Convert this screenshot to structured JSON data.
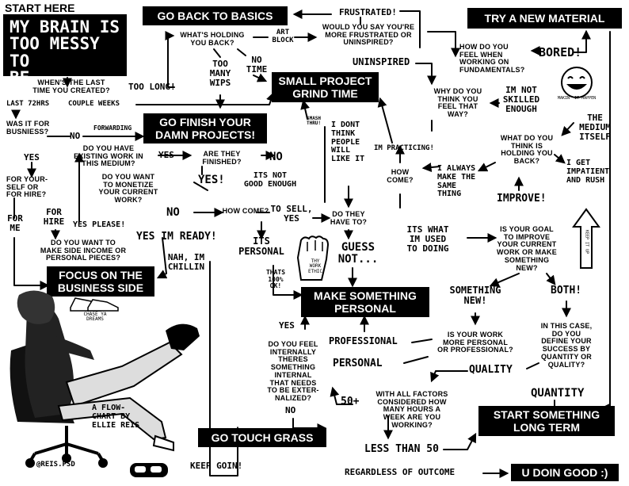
{
  "header": {
    "start_label": "START HERE",
    "title": "MY BRAIN IS\nTOO MESSY TO\nBE CREATIVE!"
  },
  "boxes": {
    "back_to_basics": "GO BACK TO BASICS",
    "try_new_material": "TRY A NEW MATERIAL",
    "small_project": "SMALL PROJECT\nGRIND TIME",
    "finish_projects": "GO FINISH YOUR\nDAMN PROJECTS!",
    "business_side": "FOCUS ON THE\nBUSINESS SIDE",
    "make_personal": "MAKE SOMETHING\nPERSONAL",
    "touch_grass": "GO TOUCH GRASS",
    "long_term": "START SOMETHING\nLONG TERM",
    "doin_good": "U DOIN GOOD :)"
  },
  "questions": {
    "last_time": "WHEN'S THE LAST\nTIME YOU CREATED?",
    "holding_back": "WHAT'S HOLDING\nYOU BACK?",
    "frustrated_or": "WOULD YOU SAY YOU'RE\nMORE FRUSTRATED OR\nUNINSPIRED?",
    "fundamentals": "HOW DO YOU\nFEEL WHEN\nWORKING ON\nFUNDAMENTALS?",
    "why_feel": "WHY DO YOU\nTHINK YOU\nFEEL THAT\nWAY?",
    "business": "WAS IT FOR\nBUSNIESS?",
    "existing_work": "DO YOU HAVE\nEXISTING WORK IN\nTHIS MEDIUM?",
    "finished": "ARE THEY\nFINISHED?",
    "self_or_hire": "FOR YOUR-\nSELF OR\nFOR HIRE?",
    "monetize": "DO YOU WANT\nTO MONETIZE\nYOUR CURRENT\nWORK?",
    "what_holding": "WHAT DO YOU\nTHINK IS\nHOLDING YOU\nBACK?",
    "how_come_1": "HOW COME?",
    "have_to": "DO THEY\nHAVE TO?",
    "how_come_2": "HOW\nCOME?",
    "side_income": "DO YOU WANT TO\nMAKE SIDE INCOME OR\nPERSONAL PIECES?",
    "goal": "IS YOUR GOAL\nTO IMPROVE\nYOUR CURRENT\nWORK OR MAKE\nSOMETHING\nNEW?",
    "personal_professional": "IS YOUR WORK\nMORE PERSONAL\nOR PROFESSIONAL?",
    "externalized": "DO YOU FEEL\nINTERNALLY\nTHERES\nSOMETHING\nINTERNAL\nTHAT NEEDS\nTO BE EXTER-\nNALIZED?",
    "define_success": "IN THIS CASE,\nDO YOU\nDEFINE YOUR\nSUCCESS BY\nQUANTITY OR\nQUALITY?",
    "hours": "WITH ALL FACTORS\nCONSIDERED HOW\nMANY HOURS A\nWEEK ARE YOU\nWORKING?"
  },
  "answers": {
    "frustrated": "FRUSTRATED!",
    "art_block": "ART\nBLOCK",
    "uninspired": "UNINSPIRED",
    "bored": "BORED!",
    "too_long": "TOO LONG!",
    "last_72": "LAST 72HRS",
    "couple_weeks": "COUPLE WEEKS",
    "too_many_wips": "TOO\nMANY\nWIPS",
    "no_time": "NO\nTIME",
    "not_skilled": "IM NOT\nSKILLED\nENOUGH",
    "medium_itself": "THE\nMEDIUM\nITSELF",
    "no_forwarding": "NO",
    "forwarding": "FORWARDING",
    "dont_think": "I DONT\nTHINK\nPEOPLE\nWILL\nLIKE IT",
    "practicing": "IM PRACTICING!",
    "smash_thru": "SMASH\nTHRU!",
    "yes_1": "YES",
    "yes_2": "YES",
    "no_finished": "NO",
    "yes_finished": "YES!",
    "not_good": "ITS NOT\nGOOD ENOUGH",
    "always_same": "I ALWAYS\nMAKE THE\nSAME\nTHING",
    "impatient": "I GET\nIMPATIENT\nAND RUSH",
    "improve": "IMPROVE!",
    "for_me": "FOR\nME",
    "for_hire": "FOR\nHIRE",
    "no_monetize": "NO",
    "yes_please": "YES PLEASE!",
    "yes_ready": "YES IM READY!",
    "to_sell": "TO SELL,\nYES",
    "its_personal": "ITS\nPERSONAL",
    "guess_not": "GUESS\nNOT...",
    "used_to": "ITS WHAT\nIM USED\nTO DOING",
    "nah_chillin": "NAH, IM\nCHILLIN",
    "thats_ok": "THATS\n100%\nOK!",
    "something_new": "SOMETHING\nNEW!",
    "both": "BOTH!",
    "professional": "PROFESSIONAL",
    "personal": "PERSONAL",
    "quality": "QUALITY",
    "quantity": "QUANTITY",
    "yes_ext": "YES",
    "no_ext": "NO",
    "fifty_plus": "50+",
    "less_than_50": "LESS THAN 50",
    "regardless": "REGARDLESS OF OUTCOME",
    "keep_goin": "KEEP GOIN!"
  },
  "doodles": {
    "smiley_caption": "MAKIN' IT HAPPEN",
    "arrow_caption": "KEEP IT UP",
    "fist_caption": "THY\nWORK\nETHIC",
    "shoes_caption": "CHASE YA\nDREAMS",
    "credit": "A FLOW-\nCHART BY\nELLIE REIS",
    "handle": "@REIS.PSD"
  },
  "colors": {
    "ink": "#000000",
    "paper": "#ffffff",
    "box_text": "#ffffff"
  }
}
